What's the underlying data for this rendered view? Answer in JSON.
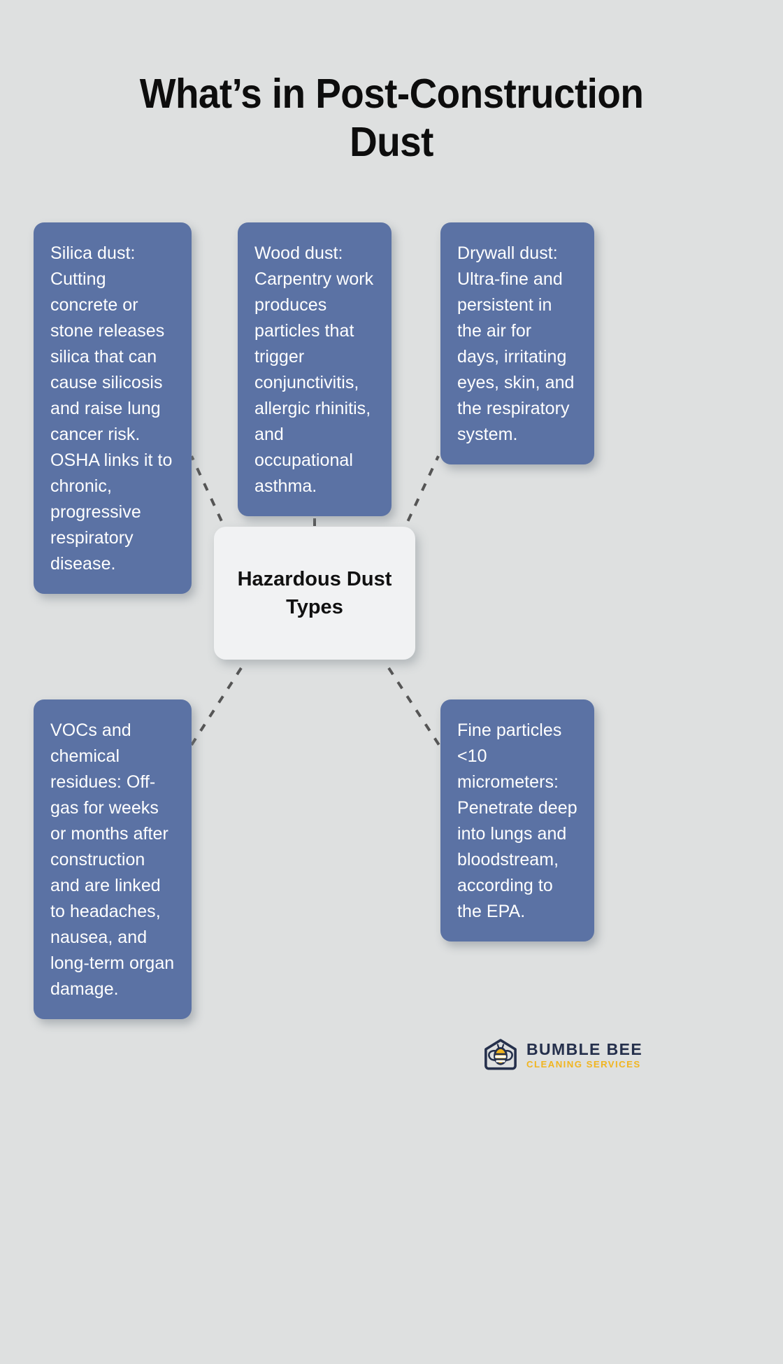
{
  "page": {
    "title": "What’s in Post-Construction Dust",
    "background_color": "#dee0e0",
    "card_color": "#5b72a4",
    "center_card_color": "#f1f2f3",
    "connector_color": "#555555",
    "title_color": "#0d0d0d"
  },
  "center": {
    "label": "Hazardous Dust Types"
  },
  "cards": [
    {
      "id": "silica",
      "text": "Silica dust: Cutting concrete or stone releases silica that can cause silicosis and raise lung cancer risk. OSHA links it to chronic, progressive respiratory disease."
    },
    {
      "id": "wood",
      "text": "Wood dust: Carpentry work produces particles that trigger conjunctivitis, allergic rhinitis, and occupational asthma."
    },
    {
      "id": "drywall",
      "text": "Drywall dust: Ultra-fine and persistent in the air for days, irritating eyes, skin, and the respiratory system."
    },
    {
      "id": "vocs",
      "text": "VOCs and chemical residues: Off-gas for weeks or months after construction and are linked to headaches, nausea, and long-term organ damage."
    },
    {
      "id": "fine",
      "text": "Fine particles <10 micrometers: Penetrate deep into lungs and bloodstream, according to the EPA."
    }
  ],
  "logo": {
    "name": "BUMBLE BEE",
    "tagline": "CLEANING SERVICES",
    "name_color": "#25304c",
    "tagline_color": "#f1b51f",
    "mark": "house-bee-icon"
  }
}
